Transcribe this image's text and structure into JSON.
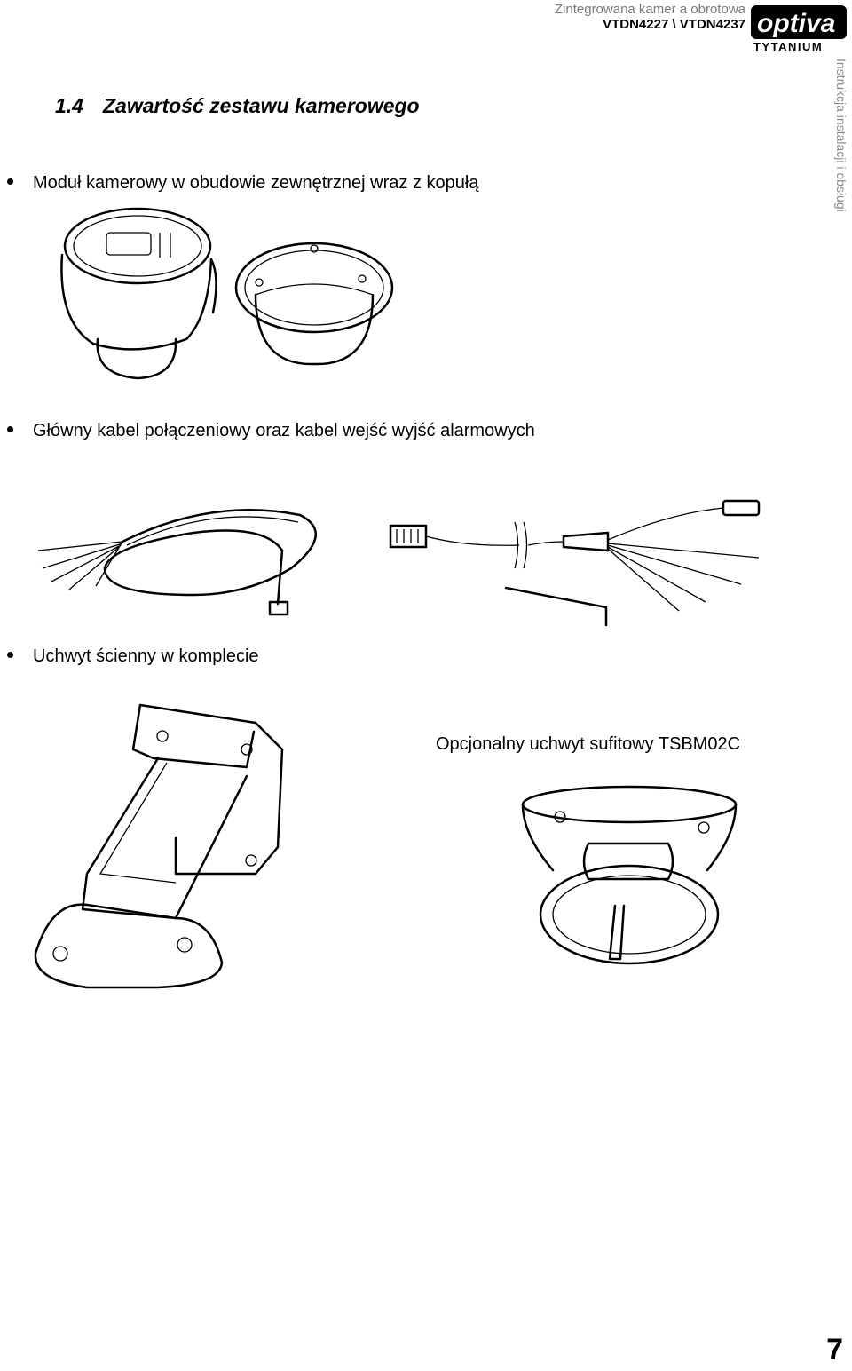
{
  "header": {
    "subtitle": "Zintegrowana kamer a obrotowa",
    "models": "VTDN4227 \\ VTDN4237",
    "logo_text": "optiva",
    "logo_subtext": "TYTANIUM"
  },
  "side_text": "Instrukcja instalacji i obsługi",
  "section": {
    "number": "1.4",
    "title": "Zawartość zestawu kamerowego"
  },
  "items": [
    {
      "label": "Moduł kamerowy w obudowie zewnętrznej wraz z kopułą"
    },
    {
      "label": "Główny kabel połączeniowy oraz kabel wejść wyjść alarmowych"
    },
    {
      "label": "Uchwyt ścienny w komplecie"
    }
  ],
  "optional_label": "Opcjonalny uchwyt sufitowy TSBM02C",
  "page_number": "7"
}
